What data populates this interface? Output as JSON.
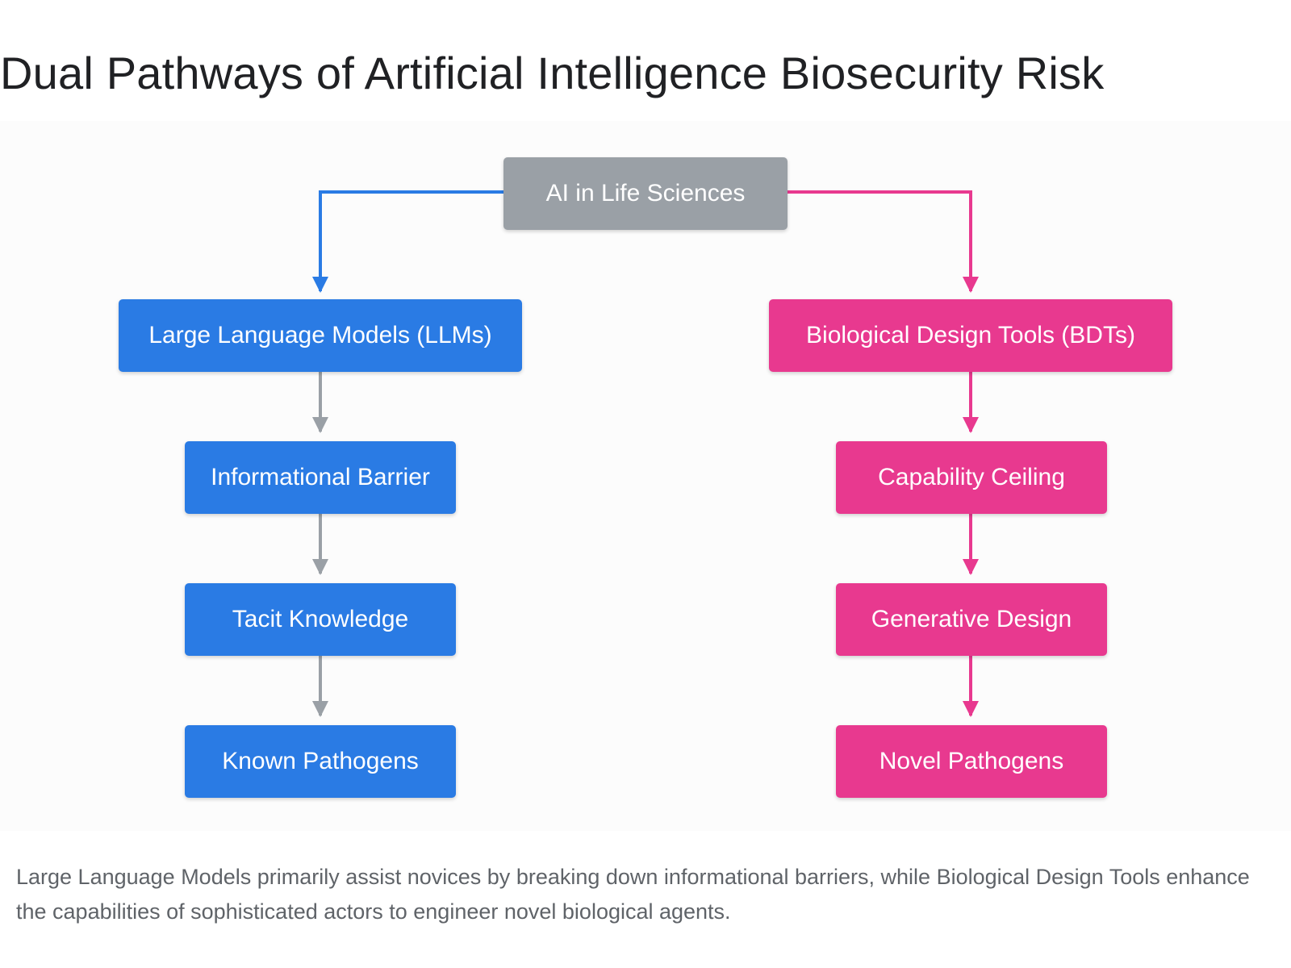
{
  "title": "Dual Pathways of Artificial Intelligence Biosecurity Risk",
  "diagram": {
    "root": {
      "label": "AI in Life Sciences"
    },
    "left_branch": {
      "head": "Large Language Models (LLMs)",
      "steps": [
        "Informational Barrier",
        "Tacit Knowledge",
        "Known Pathogens"
      ]
    },
    "right_branch": {
      "head": "Biological Design Tools (BDTs)",
      "steps": [
        "Capability Ceiling",
        "Generative Design",
        "Novel Pathogens"
      ]
    },
    "colors": {
      "root": "#9aa0a6",
      "llm": "#2a7be4",
      "bdt": "#e8398f",
      "llm_step_arrows": "#9aa0a6",
      "bdt_step_arrows": "#e8398f"
    }
  },
  "caption": "Large Language Models primarily assist novices by breaking down informational barriers, while Biological Design Tools enhance the capabilities of sophisticated actors to engineer novel biological agents."
}
